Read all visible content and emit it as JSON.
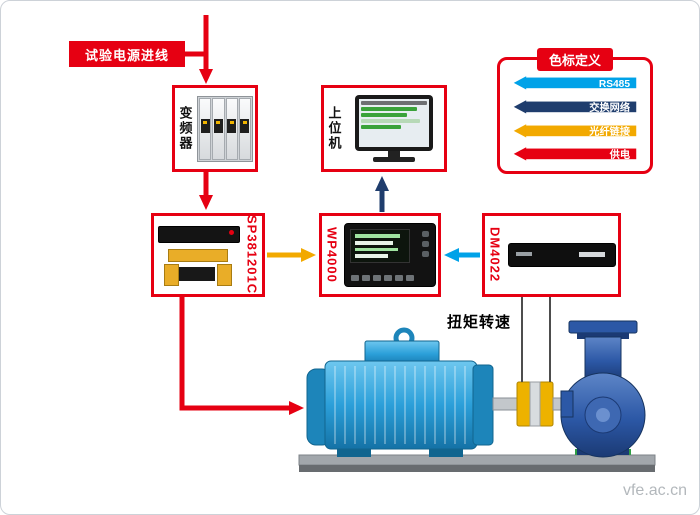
{
  "canvas": {
    "watermark": "vfe.ac.cn"
  },
  "nodes": {
    "power_in": {
      "label": "试验电源进线"
    },
    "inverter": {
      "label": "变频器"
    },
    "host_pc": {
      "label": "上位机"
    },
    "sp_sensor": {
      "label": "SP381201C"
    },
    "wp_analyzer": {
      "label": "WP4000"
    },
    "dm_module": {
      "label": "DM4022"
    }
  },
  "labels": {
    "torque_speed": "扭矩转速"
  },
  "legend": {
    "title": "色标定义",
    "items": [
      {
        "label": "RS485",
        "color": "#00a2e8"
      },
      {
        "label": "交换网络",
        "color": "#1f3d6d"
      },
      {
        "label": "光纤链接",
        "color": "#f2a900"
      },
      {
        "label": "供电",
        "color": "#e60012"
      }
    ]
  },
  "colors": {
    "power": "#e60012",
    "rs485": "#00a2e8",
    "network": "#1f3d6d",
    "fiber": "#f2a900",
    "signal": "#4d4d4d",
    "motor_blue": "#2b9fd9",
    "pump_blue": "#2c58a6"
  }
}
